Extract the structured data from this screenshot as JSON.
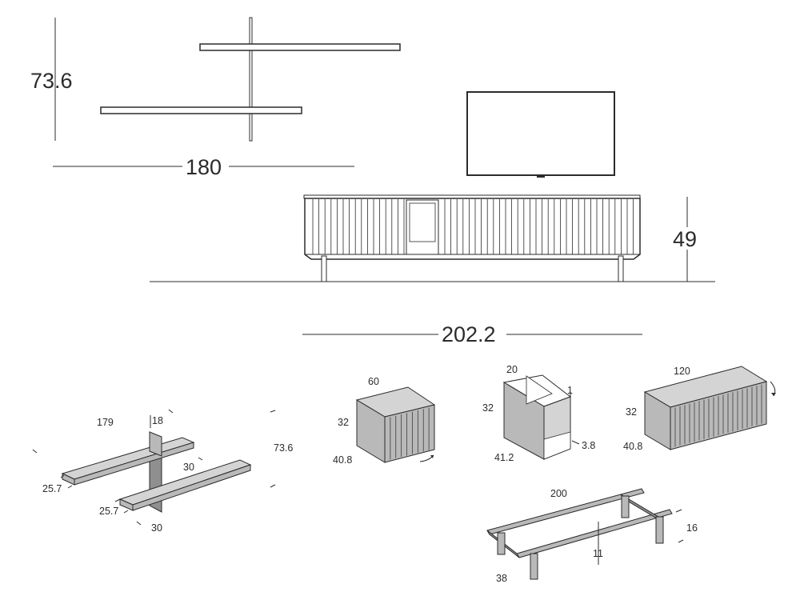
{
  "top": {
    "shelf_height": "73.6",
    "shelf_width": "180",
    "sideboard_height": "49",
    "sideboard_width": "202.2"
  },
  "shelves_3d": {
    "length": "179",
    "upright_width": "18",
    "height": "73.6",
    "depth_upper": "25.7",
    "depth_lower": "25.7",
    "offset_upper": "30",
    "offset_lower": "30"
  },
  "cabinet_small": {
    "width": "60",
    "height": "32",
    "depth": "40.8"
  },
  "cabinet_open": {
    "width": "20",
    "height": "32",
    "panel": "1",
    "depth": "41.2",
    "base": "3.8"
  },
  "cabinet_large": {
    "width": "120",
    "height": "32",
    "depth": "40.8"
  },
  "base_frame": {
    "length": "200",
    "leg_height": "11",
    "width": "16",
    "depth": "38"
  }
}
